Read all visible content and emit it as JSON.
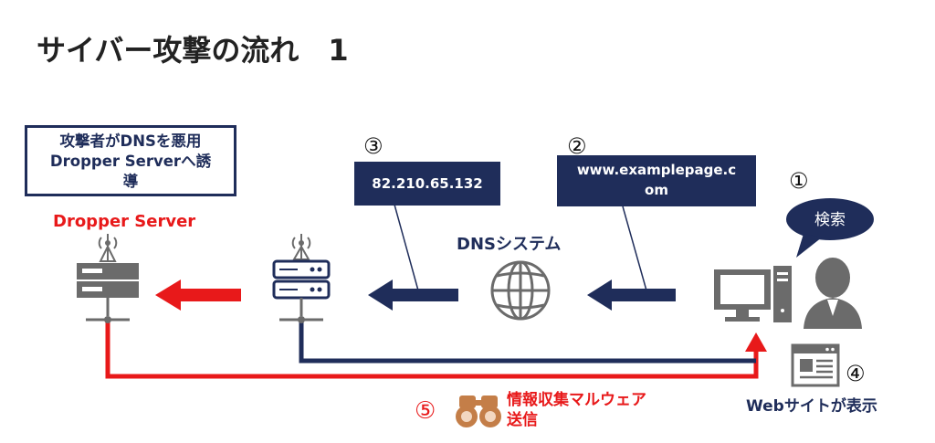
{
  "title": "サイバー攻撃の流れ　1",
  "attacker_note": {
    "line1": "攻撃者がDNSを悪用",
    "line2": "Dropper Serverへ誘",
    "line3": "導"
  },
  "dropper_server_label": "Dropper Server",
  "dns_system_label": "DNSシステム",
  "ip_box": "82.210.65.132",
  "url_box": {
    "line1": "www.examplepage.c",
    "line2": "om"
  },
  "search_bubble": "検索",
  "website_label": "Webサイトが表示",
  "malware_label": {
    "line1": "情報収集マルウェア",
    "line2": "送信"
  },
  "steps": {
    "s1": "①",
    "s2": "②",
    "s3": "③",
    "s4": "④",
    "s5": "⑤"
  },
  "colors": {
    "navy": "#1f2d5a",
    "red": "#e8191a",
    "icon_gray": "#6b6b6b",
    "binocular": "#c47e48"
  },
  "icons": [
    "server-icon",
    "antenna-icon",
    "globe-icon",
    "computer-icon",
    "user-icon",
    "browser-icon",
    "binoculars-icon",
    "speech-bubble-icon",
    "arrow-icon"
  ]
}
